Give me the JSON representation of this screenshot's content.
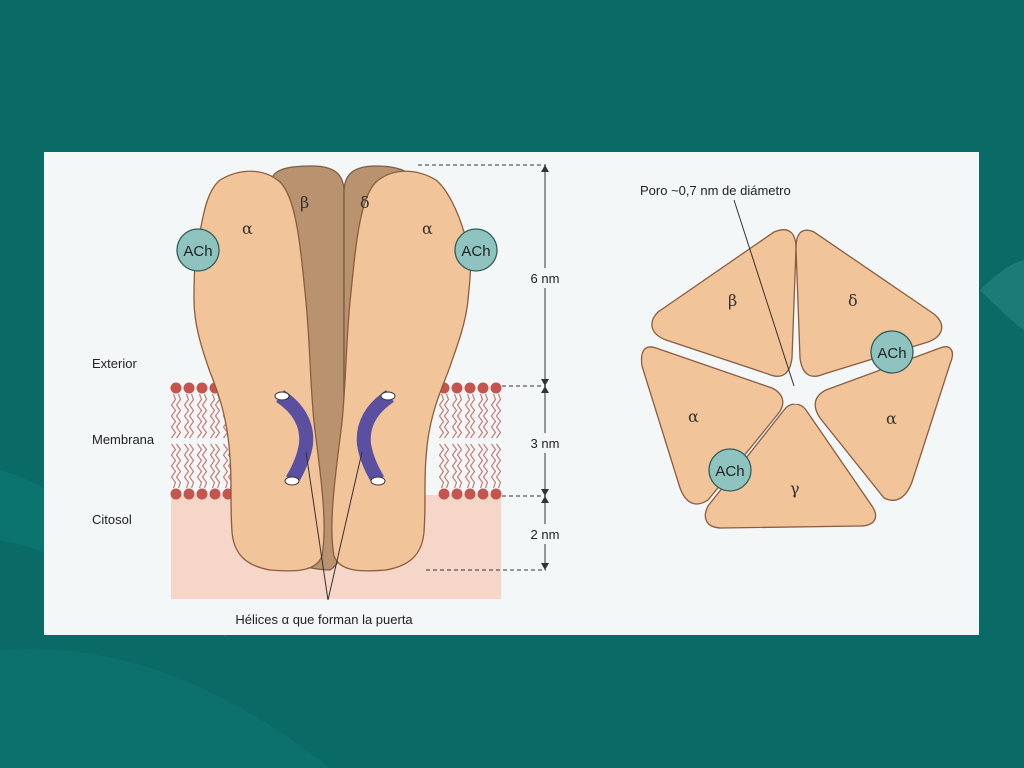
{
  "colors": {
    "background": "#0a6b66",
    "panel": "#f4f7f8",
    "alpha_subunit": "#f2c49a",
    "beta_delta_subunit": "#b99370",
    "ach_site": "#8fc3bf",
    "helix": "#5a4fa0",
    "lipid_head": "#c4554e",
    "cytosol": "#f5d6c8"
  },
  "side_view": {
    "subunits": {
      "left_alpha": "α",
      "beta": "β",
      "delta": "δ",
      "right_alpha": "α"
    },
    "ach_left": "ACh",
    "ach_right": "ACh",
    "regions": {
      "exterior": "Exterior",
      "membrane": "Membrana",
      "cytosol": "Citosol"
    },
    "dimensions": {
      "top": "6 nm",
      "middle": "3 nm",
      "bottom": "2 nm"
    },
    "helix_caption": "Hélices α que forman la puerta"
  },
  "top_view": {
    "pore_label": "Poro ~0,7 nm de diámetro",
    "subunits": {
      "beta": "β",
      "delta": "δ",
      "right_alpha": "α",
      "gamma": "γ",
      "left_alpha": "α"
    },
    "ach_right": "ACh",
    "ach_bottom": "ACh"
  }
}
